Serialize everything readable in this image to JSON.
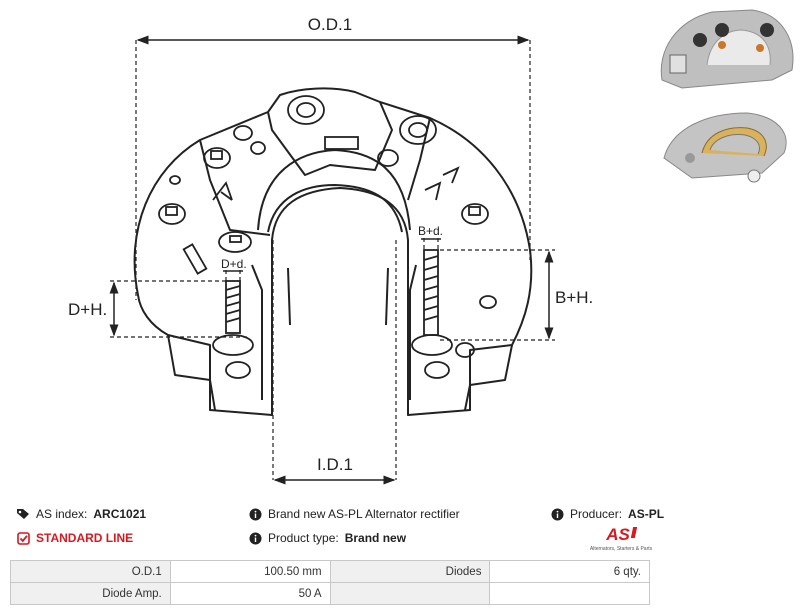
{
  "drawing": {
    "od_label": "O.D.1",
    "id_label": "I.D.1",
    "dh_label": "D+H.",
    "bh_label": "B+H.",
    "dd_label": "D+d.",
    "bd_label": "B+d."
  },
  "info": {
    "as_index_label": "AS index:",
    "as_index_value": "ARC1021",
    "line_label": "STANDARD LINE",
    "description": "Brand new AS-PL Alternator rectifier",
    "product_type_label": "Product type:",
    "product_type_value": "Brand new",
    "producer_label": "Producer:",
    "producer_value": "AS-PL"
  },
  "logo": {
    "mark": "AS",
    "tagline": "Alternators, Starters & Parts",
    "color": "#d71920"
  },
  "specs": [
    {
      "label": "O.D.1",
      "value": "100.50 mm",
      "label2": "Diodes",
      "value2": "6 qty."
    },
    {
      "label": "Diode Amp.",
      "value": "50 A",
      "label2": "",
      "value2": ""
    }
  ],
  "colors": {
    "accent": "#d71920",
    "table_label_bg": "#f0f0f0",
    "border": "#c8c8c8"
  },
  "icons": [
    "tag-icon",
    "check-square-icon",
    "info-icon"
  ]
}
